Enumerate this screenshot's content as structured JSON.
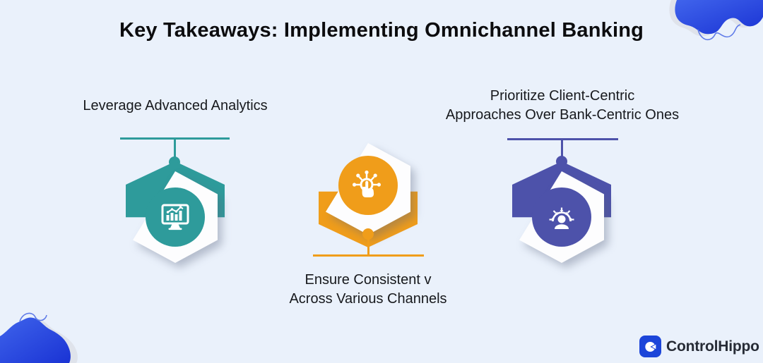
{
  "title": "Key Takeaways: Implementing Omnichannel Banking",
  "items": [
    {
      "id": "leverage-analytics",
      "lines": [
        "Leverage Advanced Analytics"
      ],
      "accent_color": "#2E9B9B",
      "icon": "analytics-monitor-icon"
    },
    {
      "id": "consistent-channels",
      "lines": [
        "Ensure Consistent v",
        "Across Various Channels"
      ],
      "accent_color": "#F09D1A",
      "icon": "omnichannel-touch-icon"
    },
    {
      "id": "client-centric",
      "lines": [
        "Prioritize Client-Centric",
        "Approaches Over Bank-Centric Ones"
      ],
      "accent_color": "#4D52AA",
      "icon": "client-centric-person-icon"
    }
  ],
  "logo": {
    "text": "ControlHippo",
    "icon": "controlhippo-c-icon"
  },
  "colors": {
    "bg": "#EAF1FB",
    "title": "#0C0C0E",
    "label": "#17191D",
    "teal": "#2E9B9B",
    "orange": "#F09D1A",
    "purple": "#4D52AA",
    "hex-white": "#FDFDFE",
    "blob-line": "#5F7BE8",
    "blob-shadow": "#DEE1E9",
    "logo-blue": "#1C45D9",
    "logo-text": "#272C36"
  }
}
